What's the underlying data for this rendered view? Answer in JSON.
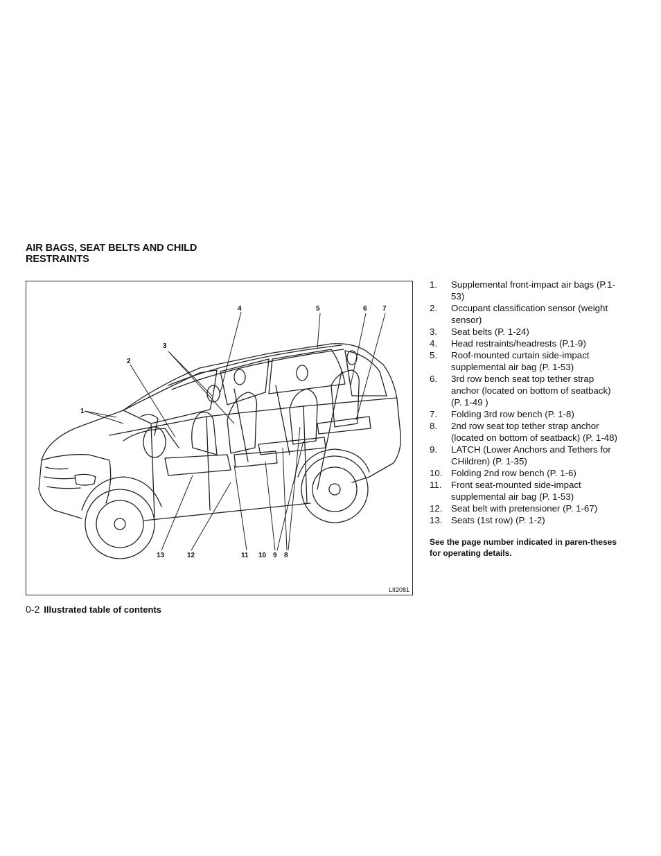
{
  "section_title": "AIR BAGS, SEAT BELTS AND CHILD RESTRAINTS",
  "figure": {
    "code": "LII2081",
    "callouts": [
      "1",
      "2",
      "3",
      "4",
      "5",
      "6",
      "7",
      "8",
      "9",
      "10",
      "11",
      "12",
      "13"
    ]
  },
  "items": [
    {
      "num": "1.",
      "text": "Supplemental front-impact air bags (P.1-53)"
    },
    {
      "num": "2.",
      "text": "Occupant classification sensor (weight sensor)"
    },
    {
      "num": "3.",
      "text": "Seat belts (P. 1-24)"
    },
    {
      "num": "4.",
      "text": "Head restraints/headrests (P.1-9)"
    },
    {
      "num": "5.",
      "text": "Roof-mounted curtain side-impact supplemental air bag (P. 1-53)"
    },
    {
      "num": "6.",
      "text": "3rd row bench seat top tether strap anchor (located on bottom of seatback) (P. 1-49 )"
    },
    {
      "num": "7.",
      "text": "Folding 3rd row bench (P. 1-8)"
    },
    {
      "num": "8.",
      "text": "2nd row seat top tether strap anchor (located on bottom of seatback) (P. 1-48)"
    },
    {
      "num": "9.",
      "text": "LATCH (Lower Anchors and Tethers for CHildren) (P. 1-35)"
    },
    {
      "num": "10.",
      "text": "Folding 2nd row bench (P. 1-6)"
    },
    {
      "num": "11.",
      "text": "Front seat-mounted side-impact supplemental air bag (P. 1-53)"
    },
    {
      "num": "12.",
      "text": "Seat belt with pretensioner (P. 1-67)"
    },
    {
      "num": "13.",
      "text": "Seats (1st row) (P. 1-2)"
    }
  ],
  "note": "See the page number indicated in paren-theses for operating details.",
  "footer": {
    "page": "0-2",
    "section": "Illustrated table of contents"
  }
}
